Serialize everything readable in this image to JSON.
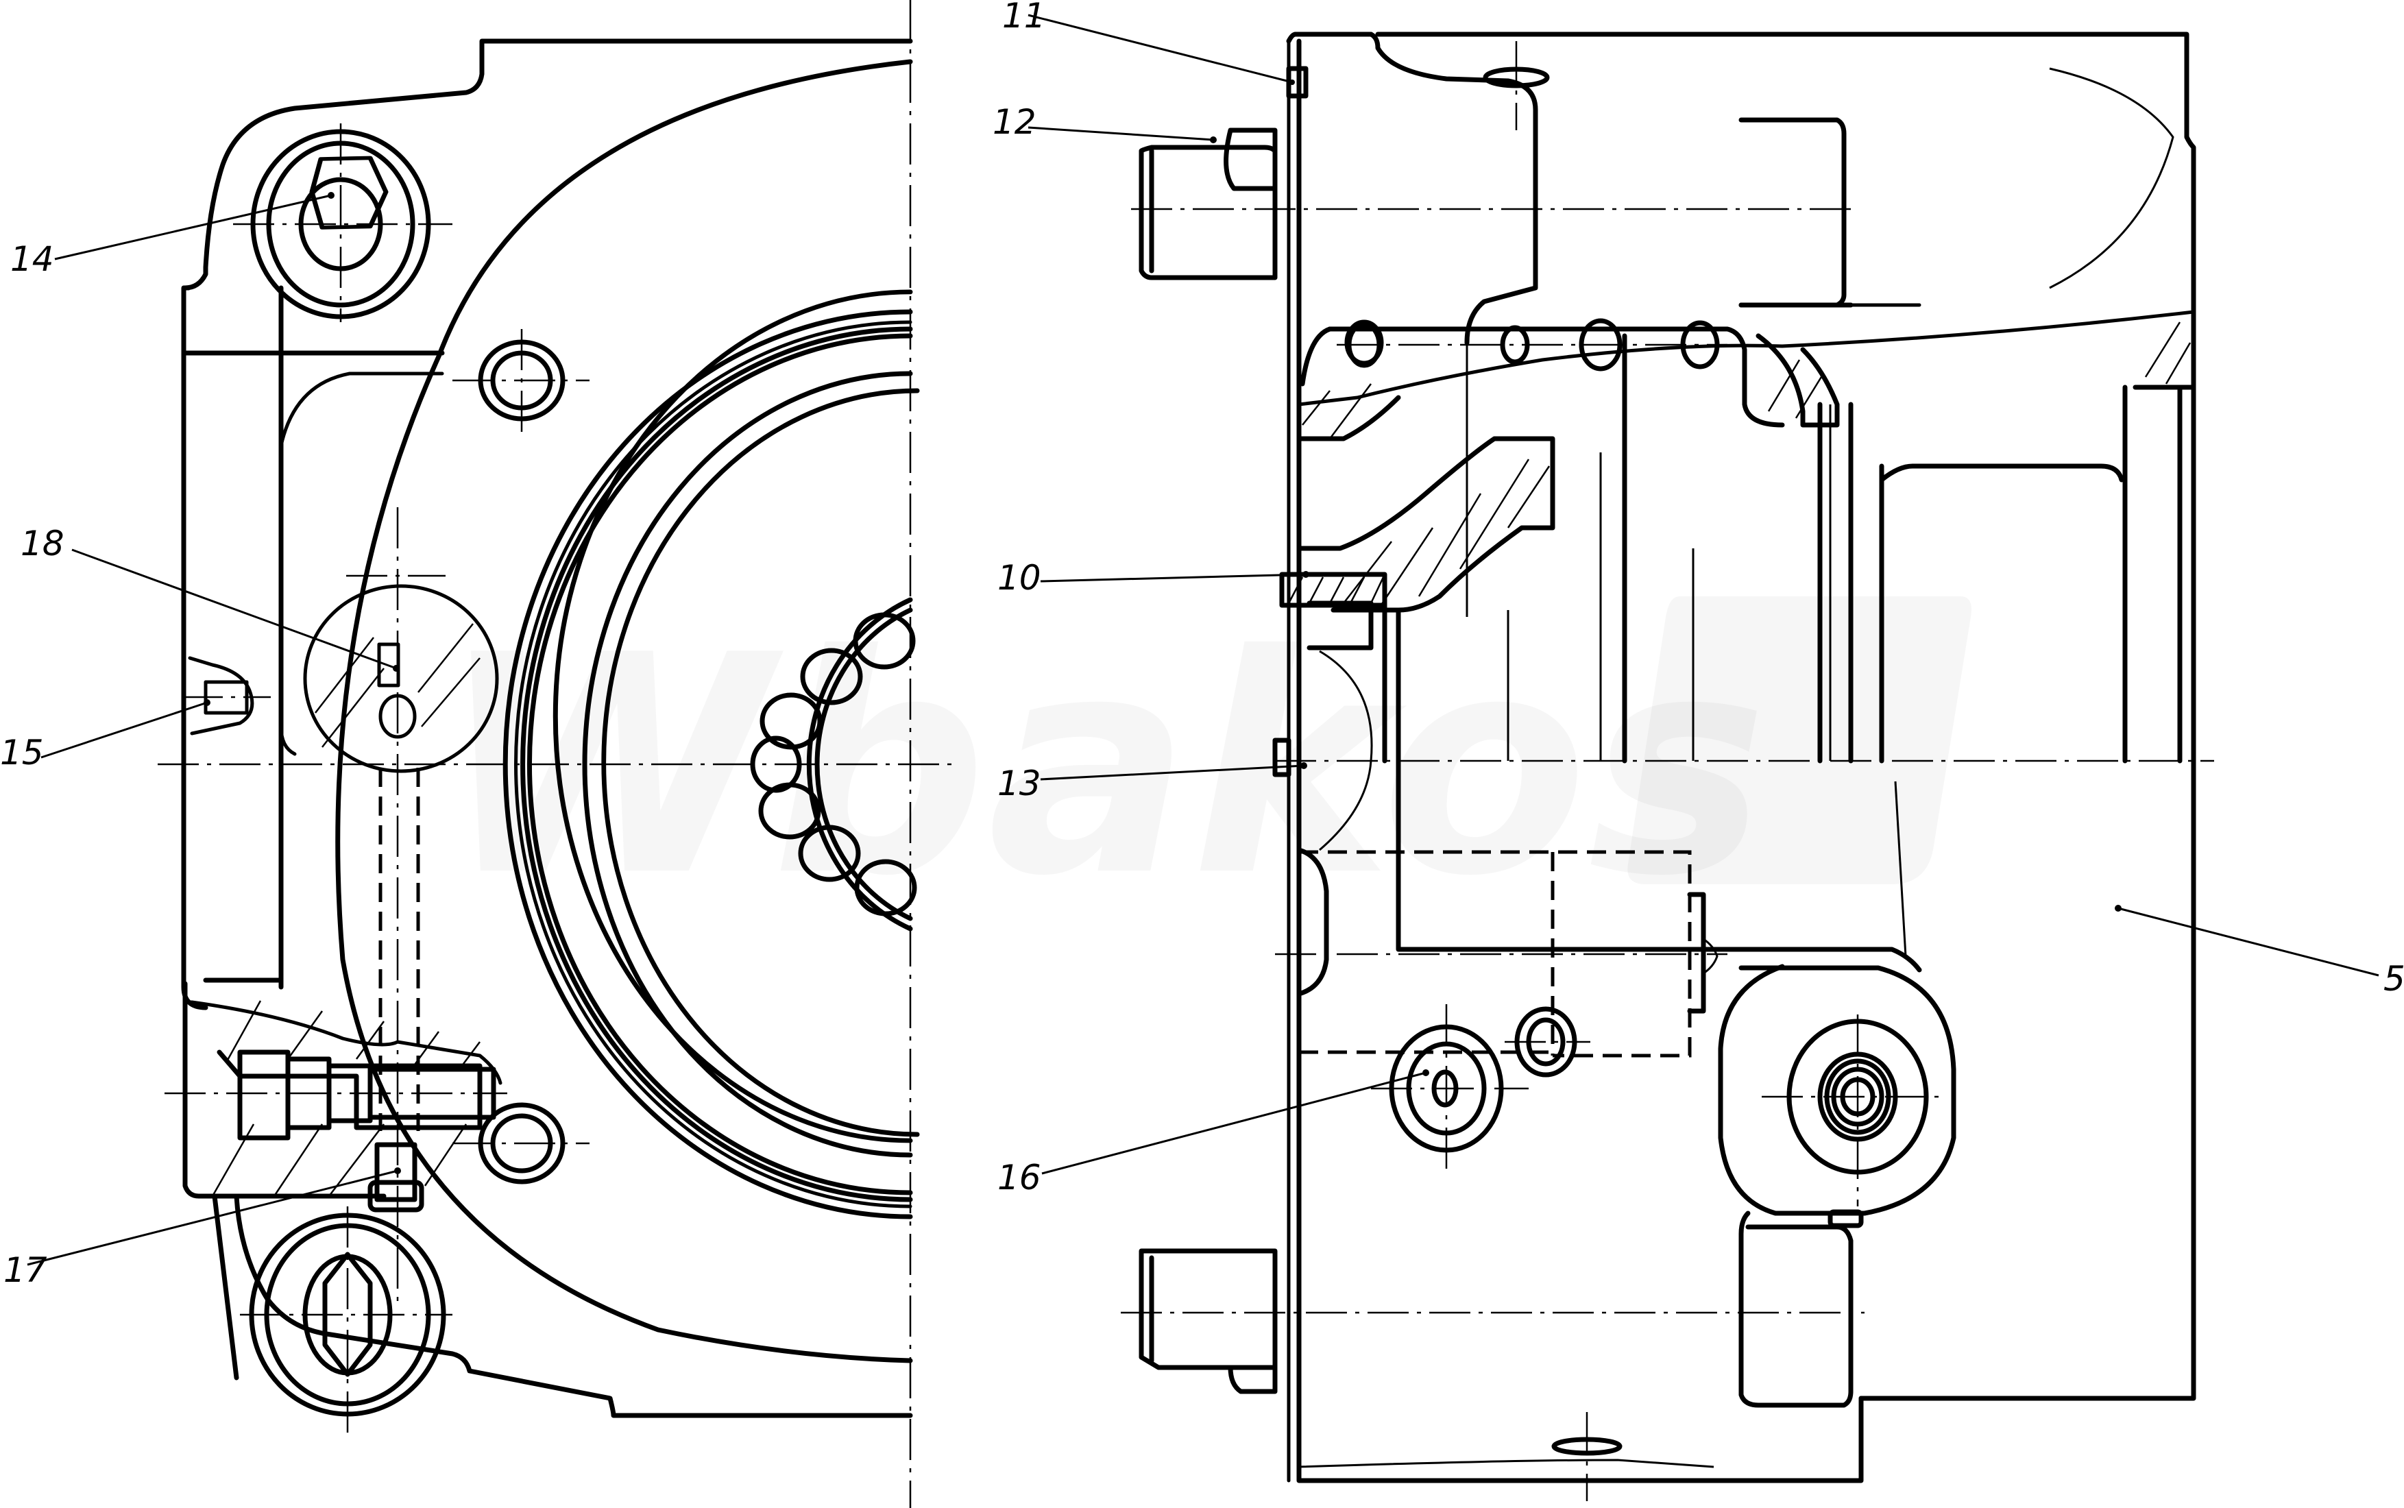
{
  "drawing": {
    "title": "Hydraulic unit assembly – front view and side section",
    "views": [
      "front-view",
      "side-section-view"
    ]
  },
  "callouts": [
    {
      "id": "5",
      "text": "5"
    },
    {
      "id": "10",
      "text": "10"
    },
    {
      "id": "11",
      "text": "11"
    },
    {
      "id": "12",
      "text": "12"
    },
    {
      "id": "13",
      "text": "13"
    },
    {
      "id": "14",
      "text": "14"
    },
    {
      "id": "15",
      "text": "15"
    },
    {
      "id": "16",
      "text": "16"
    },
    {
      "id": "17",
      "text": "17"
    },
    {
      "id": "18",
      "text": "18"
    }
  ],
  "watermark": {
    "text": "Wbakos"
  },
  "colors": {
    "line": "#000000",
    "background": "#ffffff"
  }
}
